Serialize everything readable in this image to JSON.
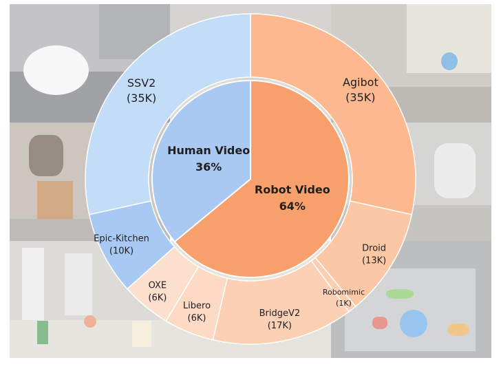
{
  "chart_data": {
    "type": "pie",
    "inner": {
      "slices": [
        {
          "name": "Robot Video",
          "percent": "64%",
          "value": 64,
          "color": "#f7a06c"
        },
        {
          "name": "Human Video",
          "percent": "36%",
          "value": 36,
          "color": "#a9c8f2"
        }
      ]
    },
    "outer": {
      "slices": [
        {
          "name": "Agibot",
          "count": "(35K)",
          "value": 35,
          "group": "Robot Video",
          "color": "#fcb88e"
        },
        {
          "name": "Droid",
          "count": "(13K)",
          "value": 13,
          "group": "Robot Video",
          "color": "#fbc7a5"
        },
        {
          "name": "Robomimic",
          "count": "(1K)",
          "value": 1,
          "group": "Robot Video",
          "color": "#fbcfb2"
        },
        {
          "name": "BridgeV2",
          "count": "(17K)",
          "value": 17,
          "group": "Robot Video",
          "color": "#fbd0b4"
        },
        {
          "name": "Libero",
          "count": "(6K)",
          "value": 6,
          "group": "Robot Video",
          "color": "#fcdac4"
        },
        {
          "name": "OXE",
          "count": "(6K)",
          "value": 6,
          "group": "Robot Video",
          "color": "#fcdfcc"
        },
        {
          "name": "Epic-Kitchen",
          "count": "(10K)",
          "value": 10,
          "group": "Human Video",
          "color": "#a7c9f4"
        },
        {
          "name": "SSV2",
          "count": "(35K)",
          "value": 35,
          "group": "Human Video",
          "color": "#c3dcf8"
        }
      ]
    }
  }
}
